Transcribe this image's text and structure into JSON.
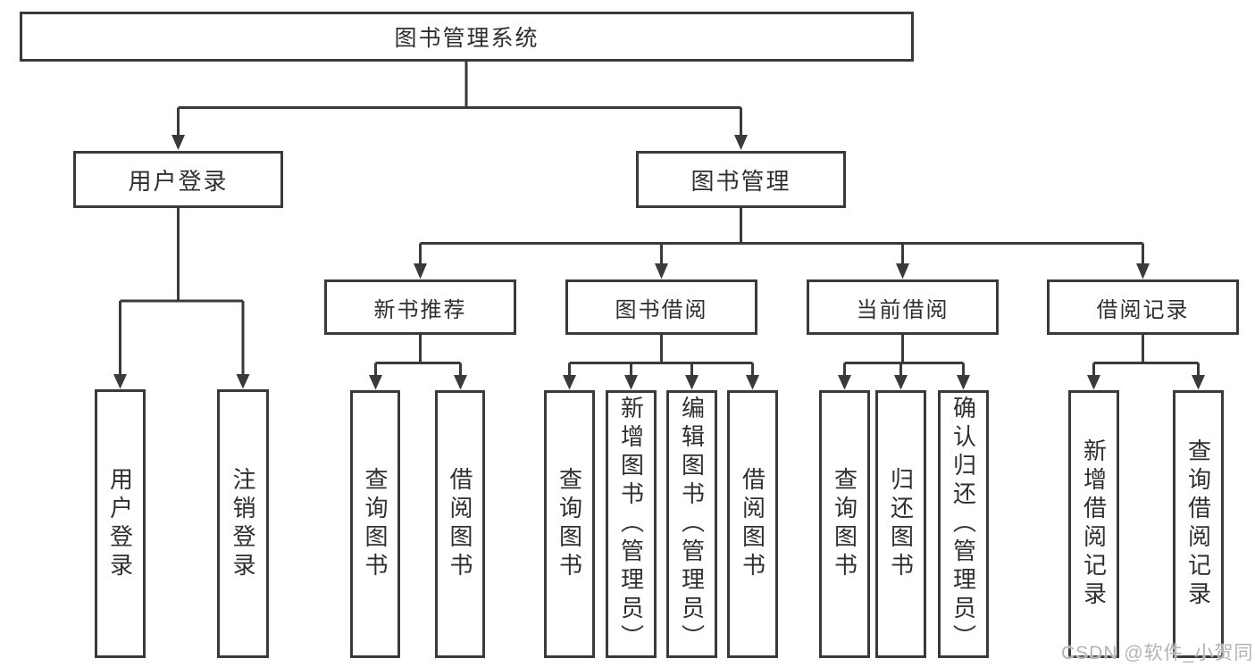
{
  "diagram": {
    "title": "图书管理系统",
    "branches": [
      {
        "label": "用户登录",
        "children": [
          {
            "label": "用户登录"
          },
          {
            "label": "注销登录"
          }
        ]
      },
      {
        "label": "图书管理",
        "children": [
          {
            "label": "新书推荐",
            "children": [
              {
                "label": "查询图书"
              },
              {
                "label": "借阅图书"
              }
            ]
          },
          {
            "label": "图书借阅",
            "children": [
              {
                "label": "查询图书"
              },
              {
                "label": "新增图书（管理员）"
              },
              {
                "label": "编辑图书（管理员）"
              },
              {
                "label": "借阅图书"
              }
            ]
          },
          {
            "label": "当前借阅",
            "children": [
              {
                "label": "查询图书"
              },
              {
                "label": "归还图书"
              },
              {
                "label": "确认归还（管理员）"
              }
            ]
          },
          {
            "label": "借阅记录",
            "children": [
              {
                "label": "新增借阅记录"
              },
              {
                "label": "查询借阅记录"
              }
            ]
          }
        ]
      }
    ]
  },
  "watermark": {
    "text": "CSDN @软件_小贺同学"
  },
  "colors": {
    "line": "#3a3a3a",
    "text": "#2f2f2f",
    "watermark": "#b3b3b3",
    "background": "#ffffff"
  }
}
